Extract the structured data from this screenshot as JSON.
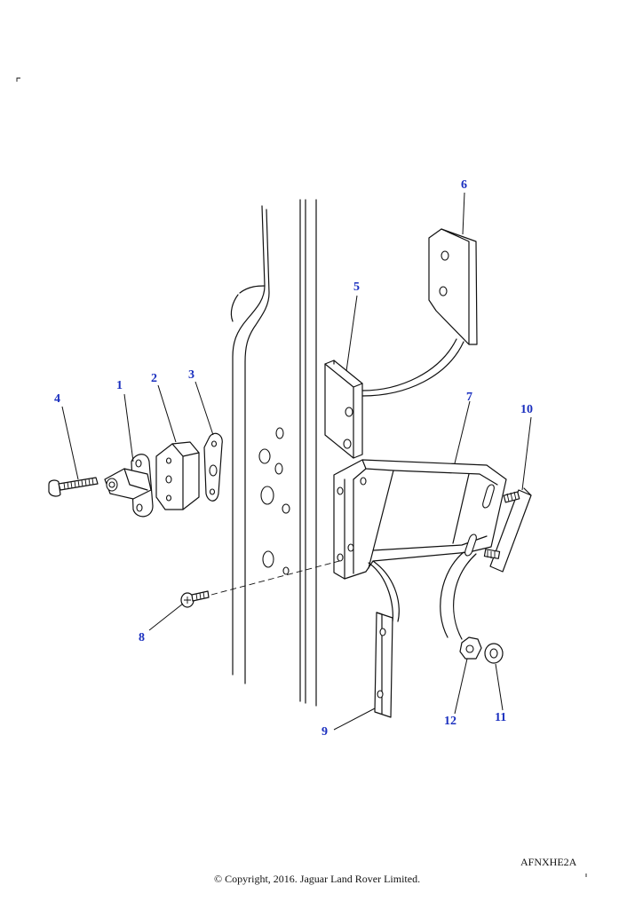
{
  "diagram": {
    "callout_color": "#1a2fbf",
    "callouts": [
      {
        "id": "c1",
        "label": "1"
      },
      {
        "id": "c2",
        "label": "2"
      },
      {
        "id": "c3",
        "label": "3"
      },
      {
        "id": "c4",
        "label": "4"
      },
      {
        "id": "c5",
        "label": "5"
      },
      {
        "id": "c6",
        "label": "6"
      },
      {
        "id": "c7",
        "label": "7"
      },
      {
        "id": "c8",
        "label": "8"
      },
      {
        "id": "c9",
        "label": "9"
      },
      {
        "id": "c10",
        "label": "10"
      },
      {
        "id": "c11",
        "label": "11"
      },
      {
        "id": "c12",
        "label": "12"
      }
    ]
  },
  "footer": {
    "drawing_code": "AFNXHE2A",
    "copyright": "© Copyright, 2016. Jaguar Land Rover Limited."
  }
}
